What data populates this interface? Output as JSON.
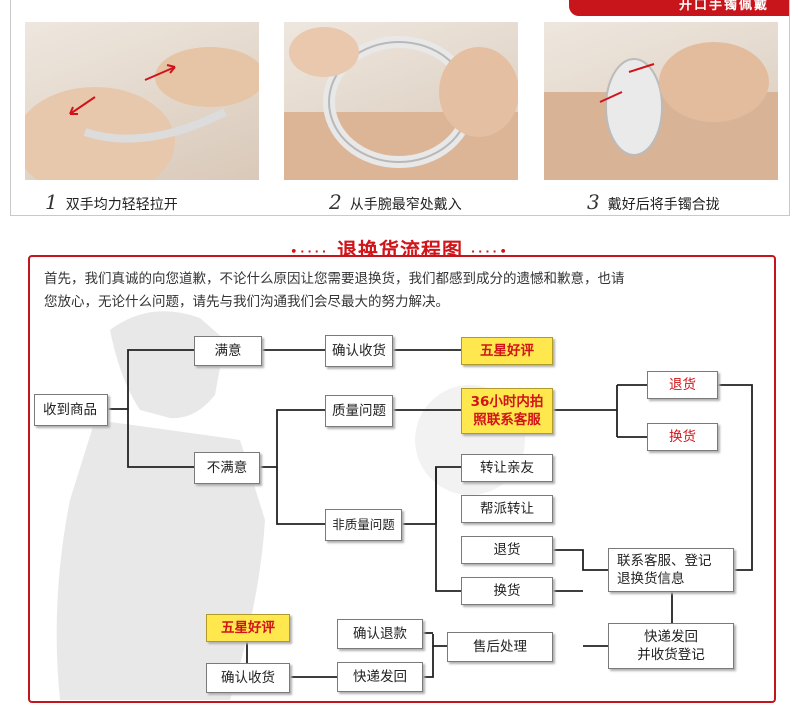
{
  "banner": {
    "text": "开口手镯佩戴"
  },
  "steps": [
    {
      "num": "1",
      "text": "双手均力轻轻拉开"
    },
    {
      "num": "2",
      "text": "从手腕最窄处戴入"
    },
    {
      "num": "3",
      "text": "戴好后将手镯合拢"
    }
  ],
  "flow": {
    "title": "退换货流程图",
    "title_dots": "•····",
    "title_dots_right": "····•",
    "intro_line1": "首先，我们真诚的向您道歉，不论什么原因让您需要退换货，我们都感到成分的遗憾和歉意，也请",
    "intro_line2": "您放心，无论什么问题，请先与我们沟通我们会尽最大的努力解决。",
    "nodes": {
      "received": "收到商品",
      "satisfied": "满意",
      "confirm_receipt": "确认收货",
      "five_star": "五星好评",
      "unsatisfied": "不满意",
      "quality_issue": "质量问题",
      "photo_contact_1": "36小时内拍",
      "photo_contact_2": "照联系客服",
      "return": "退货",
      "exchange": "换货",
      "non_quality_issue": "非质量问题",
      "transfer_friend": "转让亲友",
      "help_transfer": "帮派转让",
      "return2": "退货",
      "exchange2": "换货",
      "contact_cs_1": "联系客服、登记",
      "contact_cs_2": "退换货信息",
      "courier_1": "快递发回",
      "courier_2": "并收货登记",
      "after_sale": "售后处理",
      "confirm_refund": "确认退款",
      "courier_back": "快递发回",
      "confirm_receipt2": "确认收货",
      "five_star2": "五星好评"
    }
  },
  "colors": {
    "accent": "#d1131a",
    "gold": "#ffe84d",
    "line": "#222222"
  }
}
